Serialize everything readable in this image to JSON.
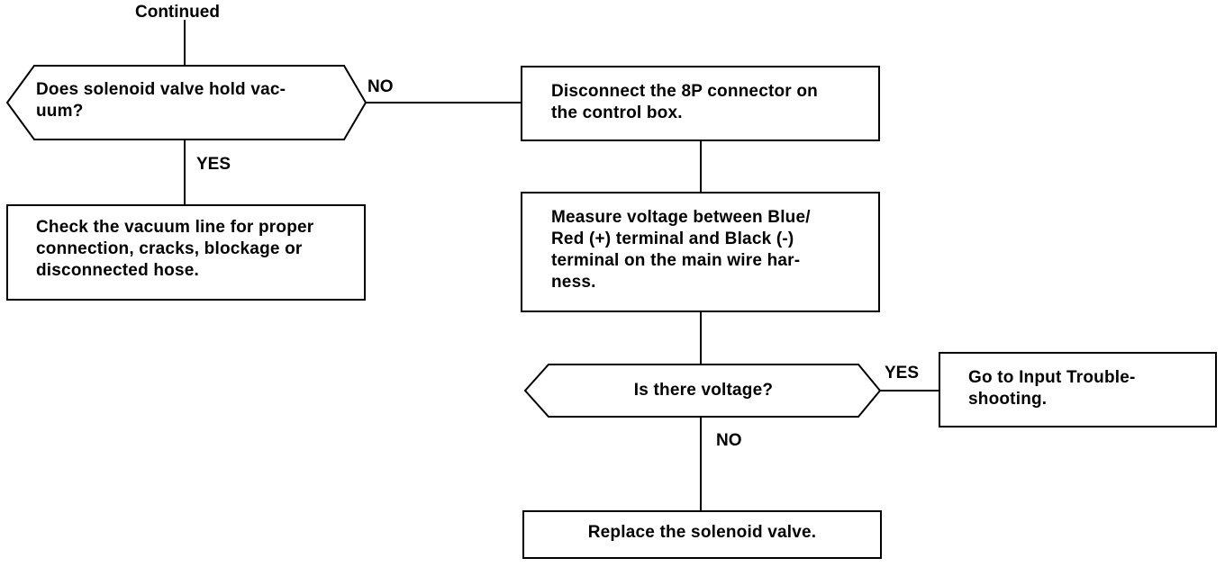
{
  "header": {
    "continued": "Continued"
  },
  "decisions": {
    "vacuum": "Does solenoid valve hold vac-\nuum?",
    "voltage": "Is there voltage?"
  },
  "steps": {
    "check_vacuum_line": "Check the vacuum line for proper\nconnection, cracks, blockage or\ndisconnected hose.",
    "disconnect_8p": "Disconnect the 8P connector on\nthe control box.",
    "measure_voltage": "Measure voltage between Blue/\nRed (+) terminal and Black (-)\nterminal on the main wire har-\nness.",
    "input_troubleshooting": "Go to Input Trouble-\nshooting.",
    "replace_valve": "Replace the solenoid valve."
  },
  "branch_labels": {
    "vacuum_no": "NO",
    "vacuum_yes": "YES",
    "voltage_yes": "YES",
    "voltage_no": "NO"
  }
}
